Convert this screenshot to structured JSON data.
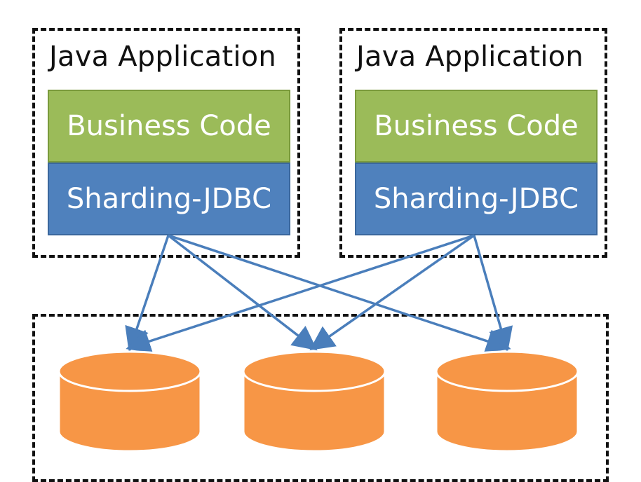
{
  "apps": [
    {
      "title": "Java Application",
      "business_label": "Business Code",
      "sharding_label": "Sharding-JDBC"
    },
    {
      "title": "Java Application",
      "business_label": "Business Code",
      "sharding_label": "Sharding-JDBC"
    }
  ],
  "colors": {
    "business": "#9bbb59",
    "sharding": "#4f81bd",
    "database": "#f79646",
    "arrow": "#4a7ebb",
    "border": "#111111"
  },
  "databases": [
    {
      "icon": "database-icon"
    },
    {
      "icon": "database-icon"
    },
    {
      "icon": "database-icon"
    }
  ]
}
